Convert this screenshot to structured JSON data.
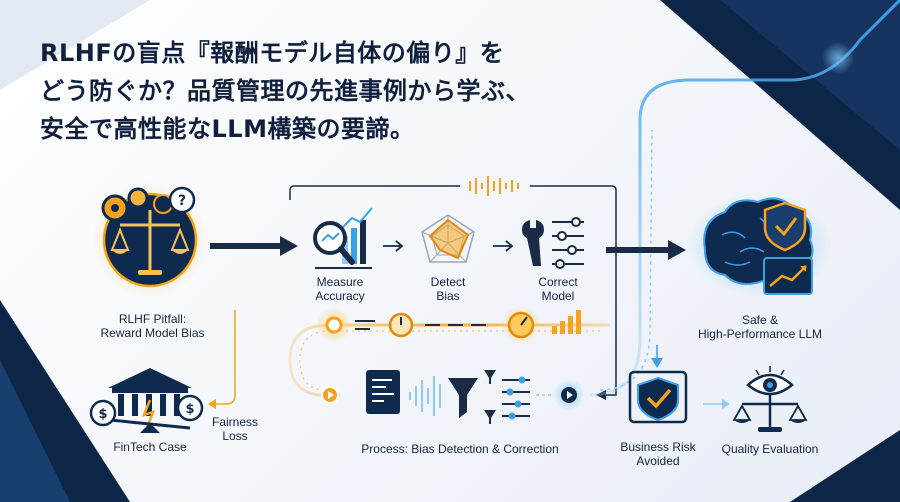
{
  "title": {
    "line1": "RLHFの盲点『報酬モデル自体の偏り』を",
    "line2": "どう防ぐか？品質管理の先進事例から学ぶ、",
    "line3": "安全で高性能なLLM構築の要諦。"
  },
  "labels": {
    "pitfall_line1": "RLHF Pitfall:",
    "pitfall_line2": "Reward Model Bias",
    "fintech": "FinTech Case",
    "fairness_line1": "Fairness",
    "fairness_line2": "Loss",
    "measure_line1": "Measure",
    "measure_line2": "Accuracy",
    "detect_line1": "Detect",
    "detect_line2": "Bias",
    "correct_line1": "Correct",
    "correct_line2": "Model",
    "process": "Process: Bias Detection & Correction",
    "safe_line1": "Safe &",
    "safe_line2": "High-Performance LLM",
    "risk_line1": "Business Risk",
    "risk_line2": "Avoided",
    "quality": "Quality Evaluation"
  },
  "colors": {
    "navy": "#0f2a4f",
    "orange": "#f5a21c",
    "blue": "#3aa0e8",
    "light_blue": "#8fcaf2"
  },
  "icons": {
    "pitfall": "scale-with-gears-icon",
    "fintech": "bank-scale-icon",
    "measure": "magnifier-chart-icon",
    "detect": "radar-chart-icon",
    "correct": "wrench-sliders-icon",
    "safe": "brain-shield-icon",
    "risk": "shield-check-icon",
    "quality": "eye-scale-icon"
  }
}
